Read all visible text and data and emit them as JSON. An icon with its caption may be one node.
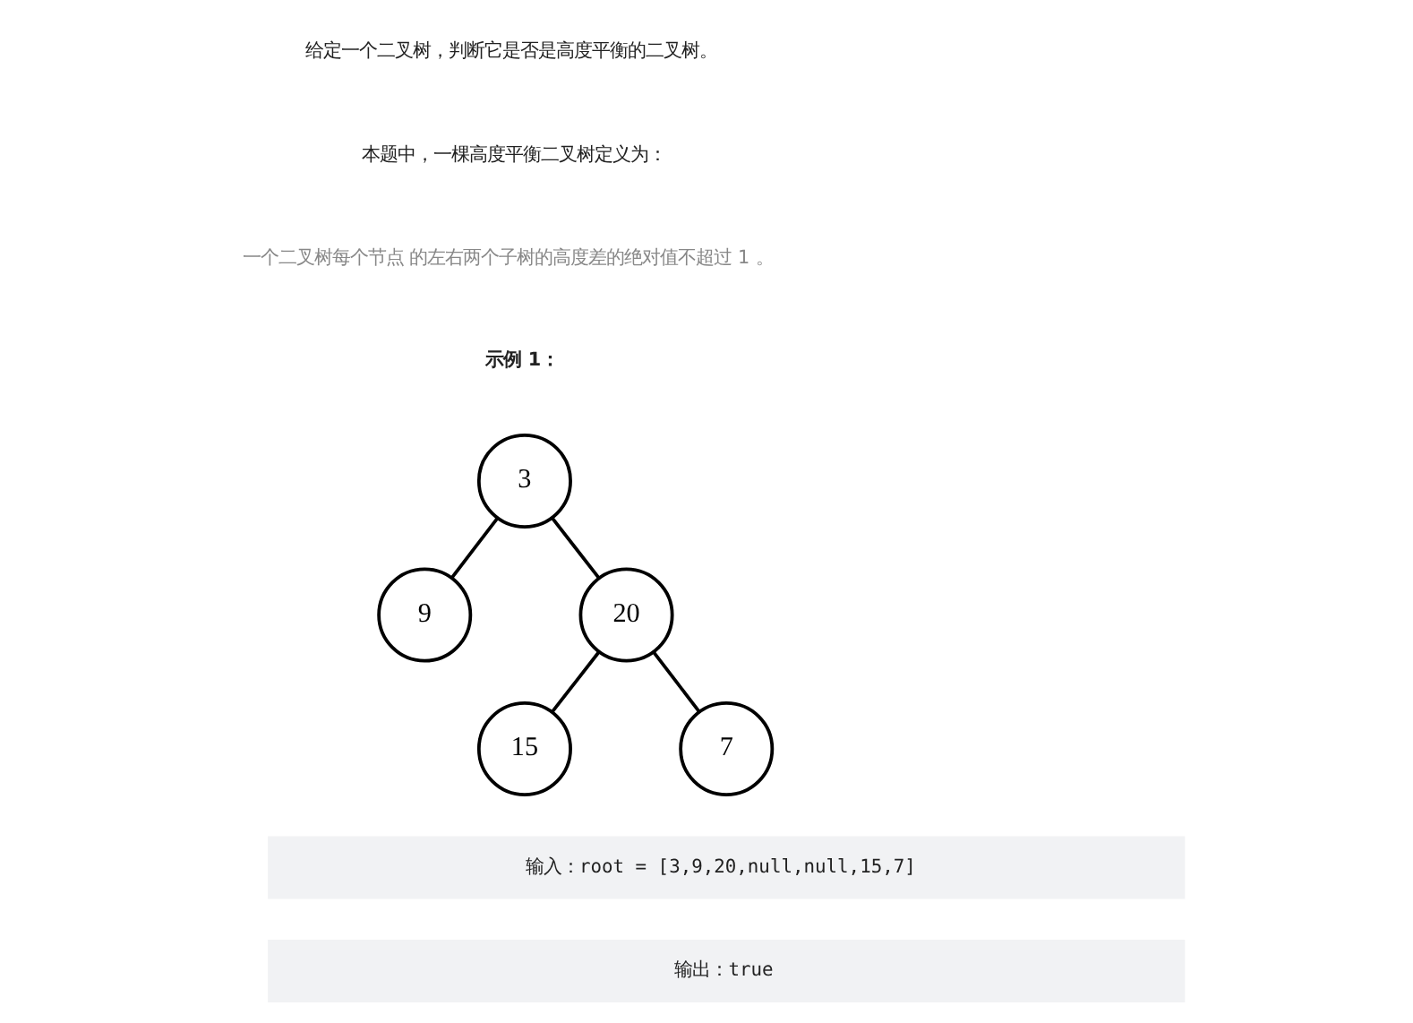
{
  "diagram": {
    "nodes": [
      {
        "text": [
          "3"
        ]
      },
      {
        "text": [
          "9"
        ]
      },
      {
        "text": [
          "20"
        ]
      },
      {
        "text": [
          "15"
        ]
      },
      {
        "text": [
          "7"
        ]
      }
    ],
    "edges": [
      {
        "from": 0,
        "to": 1,
        "arrow": "none"
      },
      {
        "from": 0,
        "to": 2,
        "arrow": "none"
      },
      {
        "from": 2,
        "to": 3,
        "arrow": "none"
      },
      {
        "from": 2,
        "to": 4,
        "arrow": "none"
      }
    ],
    "labels": [
      "给定一个二叉树，判断它是否是高度平衡的二叉树。",
      "本题中，一棵高度平衡二叉树定义为：",
      "一个二叉树每个节点 的左右两个子树的高度差的绝对值不超过 1 。",
      "示例 1：",
      "输入：root = [3,9,20,null,null,15,7]",
      "输出：true"
    ]
  }
}
